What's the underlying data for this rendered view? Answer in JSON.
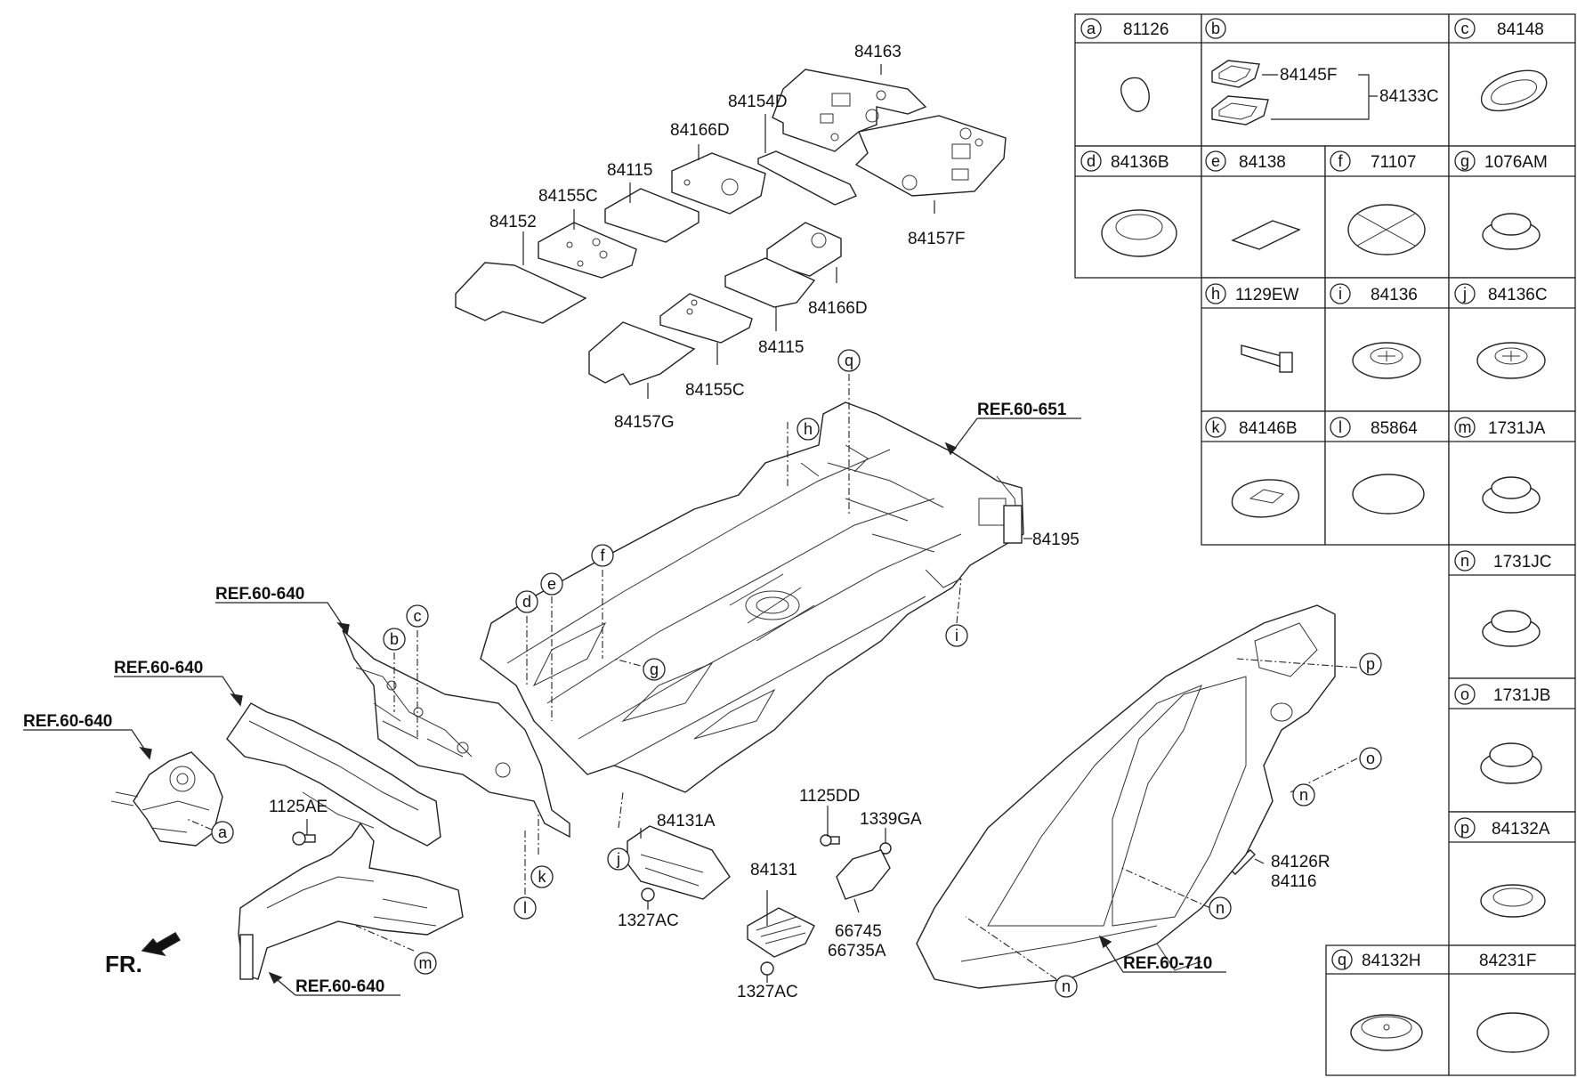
{
  "labels": {
    "p84163": "84163",
    "p84154D": "84154D",
    "p84166D_top": "84166D",
    "p84115_top": "84115",
    "p84155C_top": "84155C",
    "p84152": "84152",
    "p84157F": "84157F",
    "p84166D_mid": "84166D",
    "p84115_mid": "84115",
    "p84155C_bot": "84155C",
    "p84157G": "84157G",
    "p84195": "84195",
    "p1125AE": "1125AE",
    "p84131A": "84131A",
    "p1327AC_a": "1327AC",
    "p84131": "84131",
    "p1327AC_b": "1327AC",
    "p1125DD": "1125DD",
    "p1339GA": "1339GA",
    "p66745": "66745",
    "p66735A": "66735A",
    "p84126R": "84126R",
    "p84116": "84116"
  },
  "refs": {
    "r651": "REF.60-651",
    "r640_a": "REF.60-640",
    "r640_b": "REF.60-640",
    "r640_c": "REF.60-640",
    "r640_d": "REF.60-640",
    "r710": "REF.60-710"
  },
  "front_label": "FR.",
  "callouts": {
    "q": "q",
    "h": "h",
    "f": "f",
    "e": "e",
    "d": "d",
    "c": "c",
    "b": "b",
    "g": "g",
    "i": "i",
    "j": "j",
    "k": "k",
    "l": "l",
    "m": "m",
    "a": "a",
    "p": "p",
    "o": "o",
    "n1": "n",
    "n2": "n",
    "n3": "n"
  },
  "legend": {
    "a": {
      "letter": "a",
      "part": "81126"
    },
    "b": {
      "letter": "b",
      "part": "",
      "sub1": "84145F",
      "sub2": "84133C"
    },
    "c": {
      "letter": "c",
      "part": "84148"
    },
    "d": {
      "letter": "d",
      "part": "84136B"
    },
    "e": {
      "letter": "e",
      "part": "84138"
    },
    "f": {
      "letter": "f",
      "part": "71107"
    },
    "g": {
      "letter": "g",
      "part": "1076AM"
    },
    "h": {
      "letter": "h",
      "part": "1129EW"
    },
    "i": {
      "letter": "i",
      "part": "84136"
    },
    "j": {
      "letter": "j",
      "part": "84136C"
    },
    "k": {
      "letter": "k",
      "part": "84146B"
    },
    "l": {
      "letter": "l",
      "part": "85864"
    },
    "m": {
      "letter": "m",
      "part": "1731JA"
    },
    "n": {
      "letter": "n",
      "part": "1731JC"
    },
    "o": {
      "letter": "o",
      "part": "1731JB"
    },
    "p": {
      "letter": "p",
      "part": "84132A"
    },
    "q": {
      "letter": "q",
      "part": "84132H"
    },
    "q2": {
      "part": "84231F"
    }
  }
}
